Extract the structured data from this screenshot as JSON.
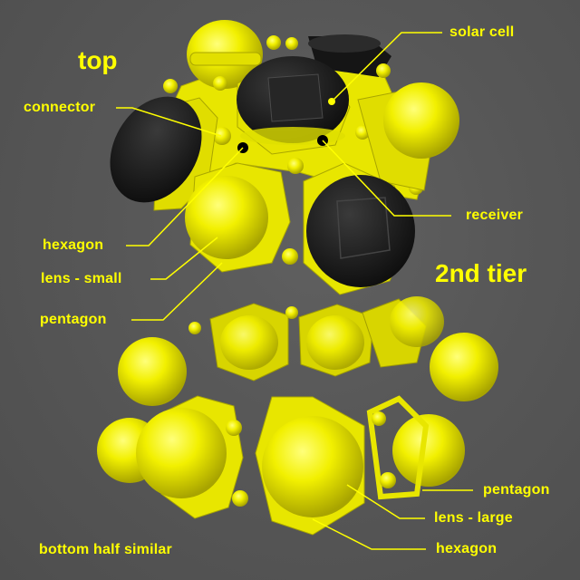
{
  "diagram": {
    "background_color": "#555555",
    "accent_color": "#ffff00",
    "section_titles": {
      "top": "top",
      "second_tier": "2nd tier",
      "bottom_note": "bottom half similar"
    },
    "callouts": {
      "solar_cell": "solar cell",
      "connector": "connector",
      "receiver": "receiver",
      "hexagon_top": "hexagon",
      "lens_small": "lens - small",
      "pentagon_top": "pentagon",
      "pentagon_bottom": "pentagon",
      "lens_large": "lens - large",
      "hexagon_bottom": "hexagon"
    }
  }
}
